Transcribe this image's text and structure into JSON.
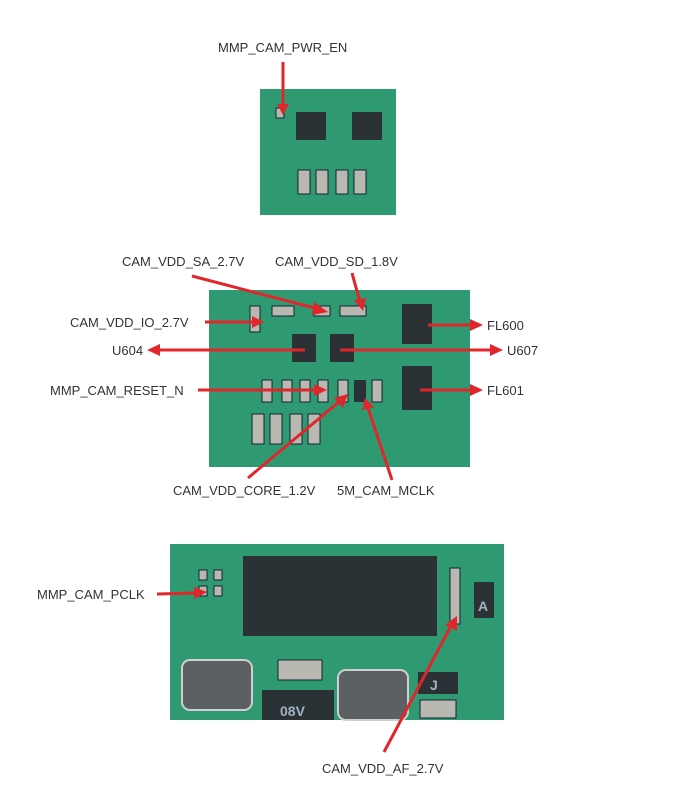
{
  "title": "Camera circuit PCB component locations",
  "colors": {
    "arrow": "#e0262b",
    "pcb": "#2f9a72",
    "text": "#333333"
  },
  "panel1": {
    "labels": {
      "pwr_en": "MMP_CAM_PWR_EN"
    }
  },
  "panel2": {
    "labels": {
      "vdd_sa": "CAM_VDD_SA_2.7V",
      "vdd_sd": "CAM_VDD_SD_1.8V",
      "vdd_io": "CAM_VDD_IO_2.7V",
      "u604": "U604",
      "u607": "U607",
      "fl600": "FL600",
      "fl601": "FL601",
      "reset_n": "MMP_CAM_RESET_N",
      "vdd_core": "CAM_VDD_CORE_1.2V",
      "mclk": "5M_CAM_MCLK"
    }
  },
  "panel3": {
    "labels": {
      "pclk": "MMP_CAM_PCLK",
      "vdd_af": "CAM_VDD_AF_2.7V"
    },
    "markings": {
      "a": "A",
      "v08": "08V",
      "j": "J"
    }
  }
}
